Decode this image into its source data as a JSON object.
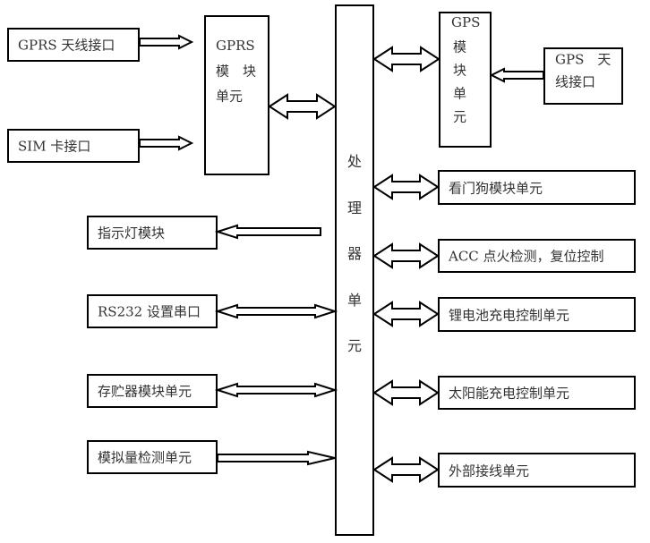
{
  "diagram": {
    "processor": {
      "label_chars": [
        "处",
        "理",
        "器",
        "单",
        "元"
      ]
    },
    "gprs_module": {
      "line1": "GPRS",
      "line2": "模　块",
      "line3": "单元"
    },
    "gprs_antenna": {
      "label": "GPRS 天线接口"
    },
    "sim": {
      "label": "SIM 卡接口"
    },
    "gps_module": {
      "label_lines": [
        "GPS",
        "模",
        "块",
        "单",
        "元"
      ]
    },
    "gps_antenna": {
      "line1": "GPS　天",
      "line2": "线接口"
    },
    "left_modules": [
      {
        "label": "指示灯模块",
        "link": "from-processor"
      },
      {
        "label": "RS232 设置串口",
        "link": "bidirectional"
      },
      {
        "label": "存贮器模块单元",
        "link": "bidirectional"
      },
      {
        "label": "模拟量检测单元",
        "link": "to-processor"
      }
    ],
    "right_modules": [
      {
        "label": "看门狗模块单元",
        "link": "bidirectional"
      },
      {
        "label": "ACC 点火检测，复位控制",
        "link": "bidirectional"
      },
      {
        "label": "锂电池充电控制单元",
        "link": "bidirectional"
      },
      {
        "label": "太阳能充电控制单元",
        "link": "bidirectional"
      },
      {
        "label": "外部接线单元",
        "link": "bidirectional"
      }
    ],
    "connections": [
      {
        "from": "GPRS 天线接口",
        "to": "GPRS 模块单元",
        "type": "one-way"
      },
      {
        "from": "SIM 卡接口",
        "to": "GPRS 模块单元",
        "type": "one-way"
      },
      {
        "from": "GPRS 模块单元",
        "to": "处理器单元",
        "type": "bidirectional"
      },
      {
        "from": "GPS 天线接口",
        "to": "GPS 模块单元",
        "type": "one-way"
      },
      {
        "from": "GPS 模块单元",
        "to": "处理器单元",
        "type": "bidirectional"
      }
    ]
  }
}
